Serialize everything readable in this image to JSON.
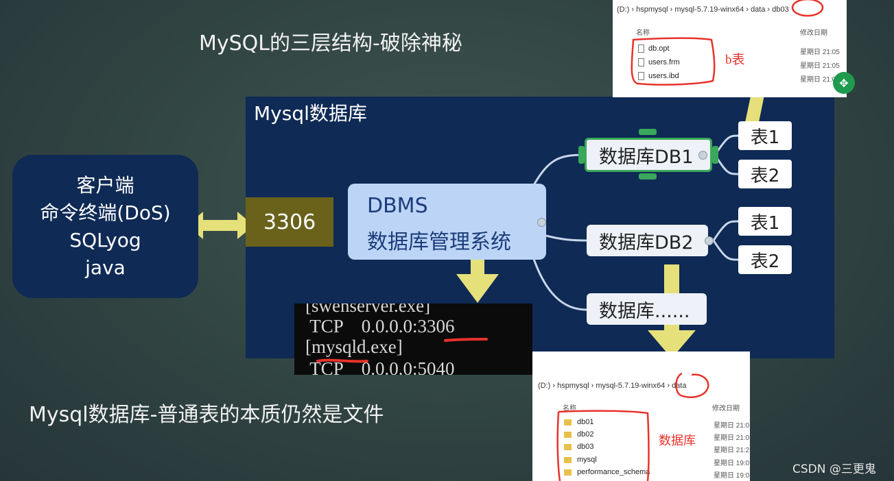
{
  "titles": {
    "top": "MySQL的三层结构-破除神秘",
    "bottom": "Mysql数据库-普通表的本质仍然是文件",
    "watermark": "CSDN @三更鬼"
  },
  "db_panel": {
    "title": "Mysql数据库"
  },
  "client": {
    "lines": [
      "客户端",
      "命令终端(DoS)",
      "SQLyog",
      "java"
    ]
  },
  "port": {
    "label": "3306"
  },
  "dbms": {
    "line1": "DBMS",
    "line2": "数据库管理系统"
  },
  "databases": [
    {
      "label": "数据库DB1",
      "tables": [
        "表1",
        "表2"
      ]
    },
    {
      "label": "数据库DB2",
      "tables": [
        "表1",
        "表2"
      ]
    },
    {
      "label": "数据库......"
    }
  ],
  "terminal": {
    "lines": [
      "[swenserver.exe]",
      " TCP    0.0.0.0:3306",
      "[mysqld.exe]",
      " TCP    0.0.0.0:5040"
    ]
  },
  "explorer_db03": {
    "breadcrumb": [
      "(D:)",
      "hspmysql",
      "mysql-5.7.19-winx64",
      "data",
      "db03"
    ],
    "col_name": "名称",
    "col_date": "修改日期",
    "files": [
      {
        "name": "db.opt",
        "date": "星期日 21:05"
      },
      {
        "name": "users.frm",
        "date": "星期日 21:05"
      },
      {
        "name": "users.ibd",
        "date": "星期日 21:0"
      }
    ],
    "annotation": "b表"
  },
  "explorer_data": {
    "breadcrumb": [
      "(D:)",
      "hspmysql",
      "mysql-5.7.19-winx64",
      "data"
    ],
    "col_name": "名称",
    "col_date": "修改日期",
    "folders": [
      {
        "name": "db01",
        "date": "星期日 21:0"
      },
      {
        "name": "db02",
        "date": "星期日 21:0"
      },
      {
        "name": "db03",
        "date": "星期日 21:2"
      },
      {
        "name": "mysql",
        "date": "星期日 19:0"
      },
      {
        "name": "performance_schema",
        "date": "星期日 19:0"
      }
    ],
    "annotation": "数据库"
  },
  "colors": {
    "panel": "#0f2a55",
    "dbms": "#bcd4f6",
    "port": "#6a621a",
    "arrow": "#e6e07a",
    "accent_green": "#3aa75a",
    "annotation_red": "#e8322b"
  }
}
